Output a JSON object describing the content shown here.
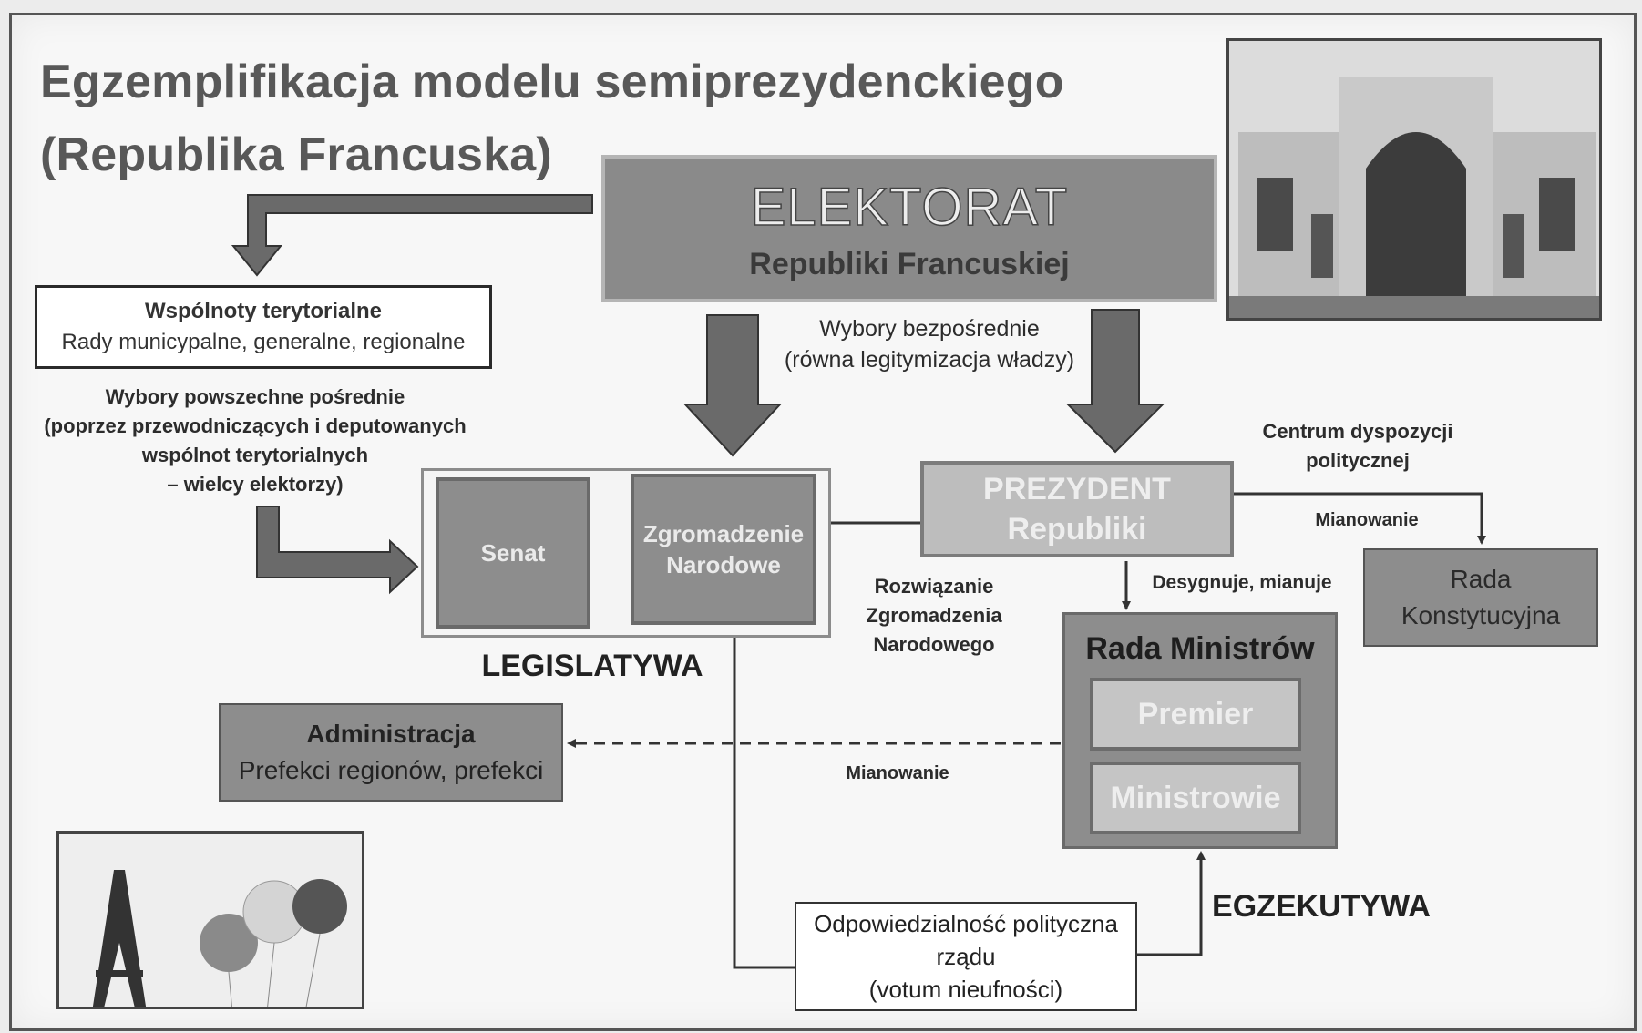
{
  "title": {
    "line1": "Egzemplifikacja modelu semiprezydenckiego",
    "line2": "(Republika Francuska)"
  },
  "elektorat": {
    "title": "ELEKTORAT",
    "subtitle": "Republiki Francuskiej"
  },
  "wspolnoty": {
    "title": "Wspólnoty terytorialne",
    "subtitle": "Rady municypalne, generalne, regionalne"
  },
  "labels": {
    "wybory_bezposrednie": [
      "Wybory bezpośrednie",
      "(równa legitymizacja władzy)"
    ],
    "wybory_posrednie": [
      "Wybory powszechne pośrednie",
      "(poprzez przewodniczących i deputowanych",
      "wspólnot terytorialnych",
      "– wielcy elektorzy)"
    ],
    "centrum": [
      "Centrum dyspozycji",
      "politycznej"
    ],
    "mianowanie_rk": "Mianowanie",
    "desygnuje": "Desygnuje, mianuje",
    "rozwiazanie": [
      "Rozwiązanie",
      "Zgromadzenia",
      "Narodowego"
    ],
    "mianowanie_adm": "Mianowanie",
    "legislatywa": "LEGISLATYWA",
    "egzekutywa": "EGZEKUTYWA"
  },
  "senat": "Senat",
  "zgromadzenie": [
    "Zgromadzenie",
    "Narodowe"
  ],
  "prezydent": [
    "PREZYDENT",
    "Republiki"
  ],
  "rada_konstytucyjna": [
    "Rada",
    "Konstytucyjna"
  ],
  "rada_ministrow": {
    "title": "Rada Ministrów",
    "premier": "Premier",
    "ministrowie": "Ministrowie"
  },
  "administracja": {
    "title": "Administracja",
    "subtitle": "Prefekci regionów, prefekci"
  },
  "odpowiedzialnosc": [
    "Odpowiedzialność polityczna",
    "rządu",
    "(votum nieufności)"
  ]
}
